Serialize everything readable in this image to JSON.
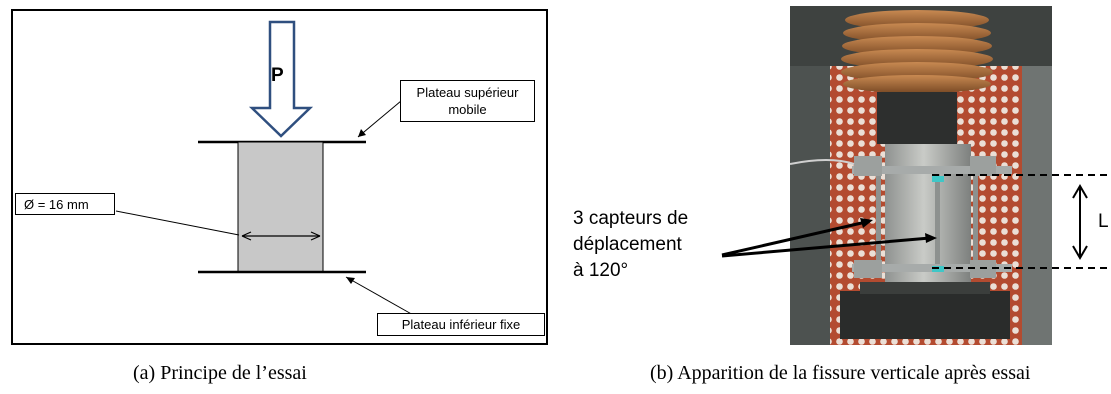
{
  "panel_a": {
    "load_label": "P",
    "upper_plate_label": "Plateau supérieur mobile",
    "diameter_label": "Ø  = 16 mm",
    "lower_plate_label": "Plateau inférieur fixe"
  },
  "panel_b": {
    "sensors_label_lines": [
      "3 capteurs de",
      "déplacement",
      "à 120°"
    ],
    "length_label": "L"
  },
  "captions": {
    "a": "(a)  Principe de l’essai",
    "b": "(b)  Apparition de la fissure verticale après essai"
  },
  "colors": {
    "arrow_outline": "#2f4f7f",
    "specimen_fill": "#c8c8c8",
    "sensor_accent": "#3fc7c7"
  }
}
